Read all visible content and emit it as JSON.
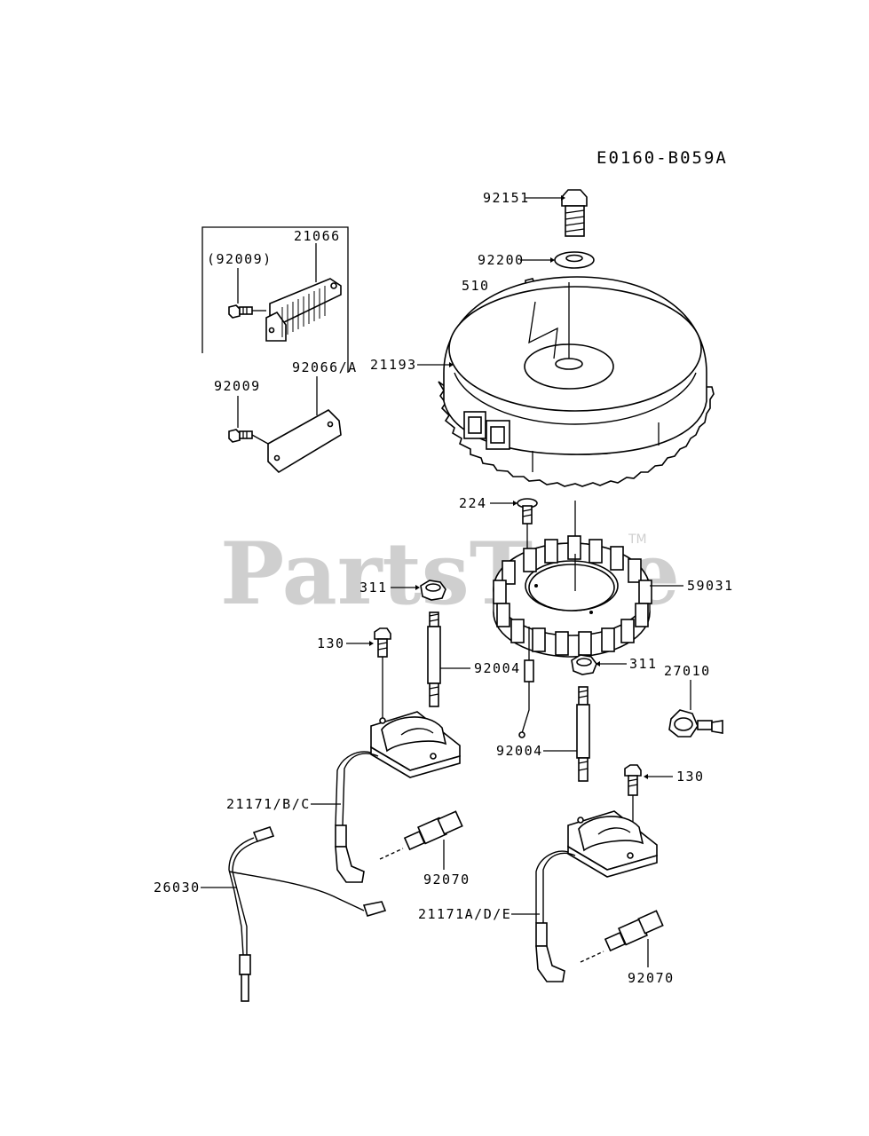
{
  "diagram": {
    "code": "E0160-B059A",
    "watermark": "PartsTree",
    "watermark_tm": "TM",
    "labels": {
      "p92151": "92151",
      "p92200": "92200",
      "p510": "510",
      "p21193": "21193",
      "p21066": "21066",
      "p92009_paren": "(92009)",
      "p92066": "92066/A",
      "p92009": "92009",
      "p224": "224",
      "p311_left": "311",
      "p59031": "59031",
      "p130_left": "130",
      "p92004_left": "92004",
      "p311_right": "311",
      "p27010": "27010",
      "p92004_right": "92004",
      "p130_right": "130",
      "p21171_bc": "21171/B/C",
      "p92070_left": "92070",
      "p26030": "26030",
      "p21171_ade": "21171A/D/E",
      "p92070_right": "92070"
    }
  }
}
